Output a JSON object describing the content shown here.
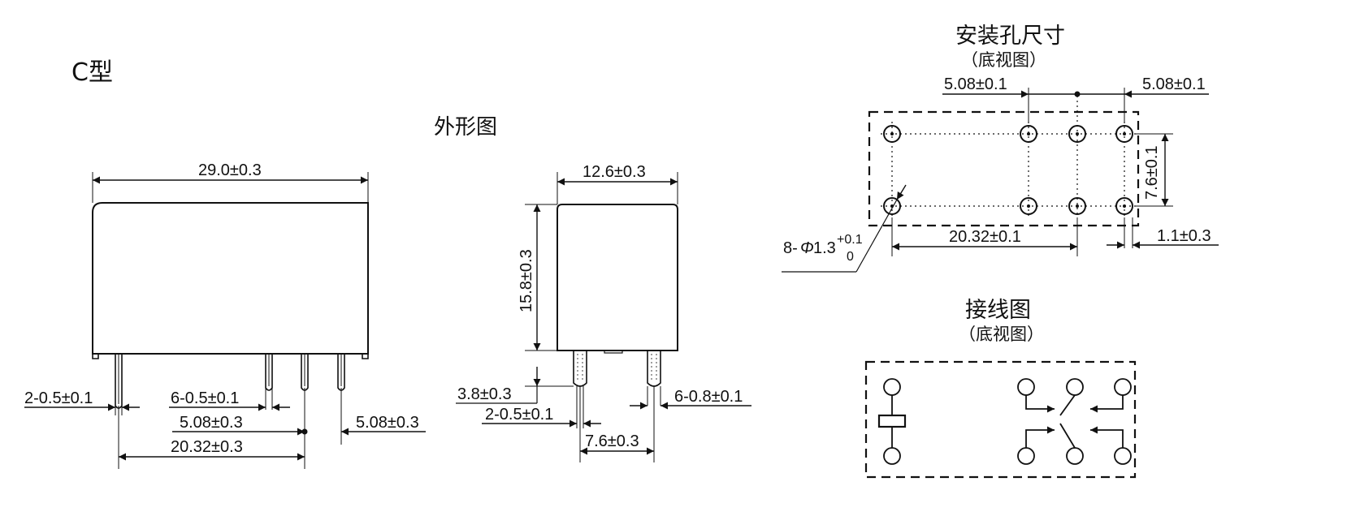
{
  "type_label": "C型",
  "outline_title": "外形图",
  "mount_title": "安装孔尺寸",
  "mount_subtitle": "（底视图）",
  "wiring_title": "接线图",
  "wiring_subtitle": "（底视图）",
  "dims": {
    "body_length": "29.0±0.3",
    "pin_width_front": "2-0.5±0.1",
    "pin_width_six": "6-0.5±0.1",
    "pitch_a": "5.08±0.3",
    "pitch_b": "5.08±0.3",
    "pin_span": "20.32±0.3",
    "body_width": "12.6±0.3",
    "body_height": "15.8±0.3",
    "pin_length": "3.8±0.3",
    "pin_width_side": "2-0.5±0.1",
    "pin_thick_side": "6-0.8±0.1",
    "row_spacing_side": "7.6±0.3",
    "hole_pitch_left": "5.08±0.1",
    "hole_pitch_right": "5.08±0.1",
    "hole_row_spacing": "7.6±0.1",
    "hole_span": "20.32±0.1",
    "hole_offset": "1.1±0.3",
    "hole_diameter_prefix": "8-",
    "hole_diameter_symbol": "Φ",
    "hole_diameter_value": "1.3",
    "hole_tol_upper": "+0.1",
    "hole_tol_lower": "0"
  }
}
